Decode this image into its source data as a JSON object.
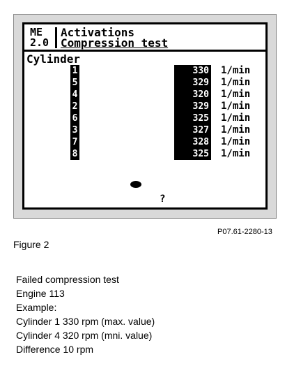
{
  "tester": {
    "ecu_line1": "ME",
    "ecu_line2": "2.0",
    "title_line1": "Activations",
    "title_line2": "Compression test",
    "section_label": "Cylinder"
  },
  "rows": [
    {
      "cylinder": "1",
      "value": "330",
      "unit": "1/min"
    },
    {
      "cylinder": "5",
      "value": "329",
      "unit": "1/min"
    },
    {
      "cylinder": "4",
      "value": "320",
      "unit": "1/min"
    },
    {
      "cylinder": "2",
      "value": "329",
      "unit": "1/min"
    },
    {
      "cylinder": "6",
      "value": "325",
      "unit": "1/min"
    },
    {
      "cylinder": "3",
      "value": "327",
      "unit": "1/min"
    },
    {
      "cylinder": "7",
      "value": "328",
      "unit": "1/min"
    },
    {
      "cylinder": "8",
      "value": "325",
      "unit": "1/min"
    }
  ],
  "footer": {
    "help_key": "?"
  },
  "figure": {
    "code": "P07.61-2280-13",
    "label": "Figure 2"
  },
  "caption": [
    "Failed compression test",
    "Engine 113",
    "Example:",
    "Cylinder 1 330 rpm (max. value)",
    "Cylinder 4 320 rpm (mni. value)",
    "Difference 10 rpm"
  ]
}
